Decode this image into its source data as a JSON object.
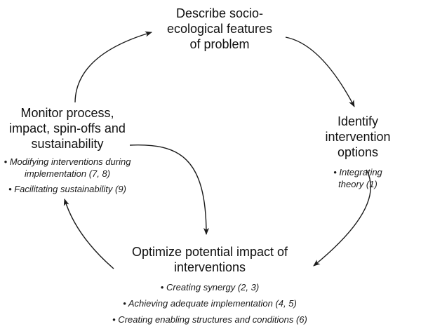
{
  "diagram": {
    "title": "Intervention cycle diagram",
    "colors": {
      "background": "#ffffff",
      "text": "#111111",
      "arrow": "#1a1a1a"
    },
    "nodes": {
      "describe": {
        "title": "Describe socio-\necological features\nof problem"
      },
      "identify": {
        "title": "Identify intervention\noptions",
        "bullets": [
          "• Integrating theory (1)"
        ]
      },
      "optimize": {
        "title": "Optimize potential impact of\ninterventions",
        "bullets": [
          "• Creating synergy (2, 3)",
          "• Achieving adequate implementation (4, 5)",
          "• Creating enabling structures and conditions (6)"
        ]
      },
      "monitor": {
        "title": "Monitor process,\nimpact, spin-offs and\nsustainability",
        "bullets": [
          "• Modifying interventions during\nimplementation (7, 8)",
          "• Facilitating sustainability (9)"
        ]
      }
    }
  }
}
